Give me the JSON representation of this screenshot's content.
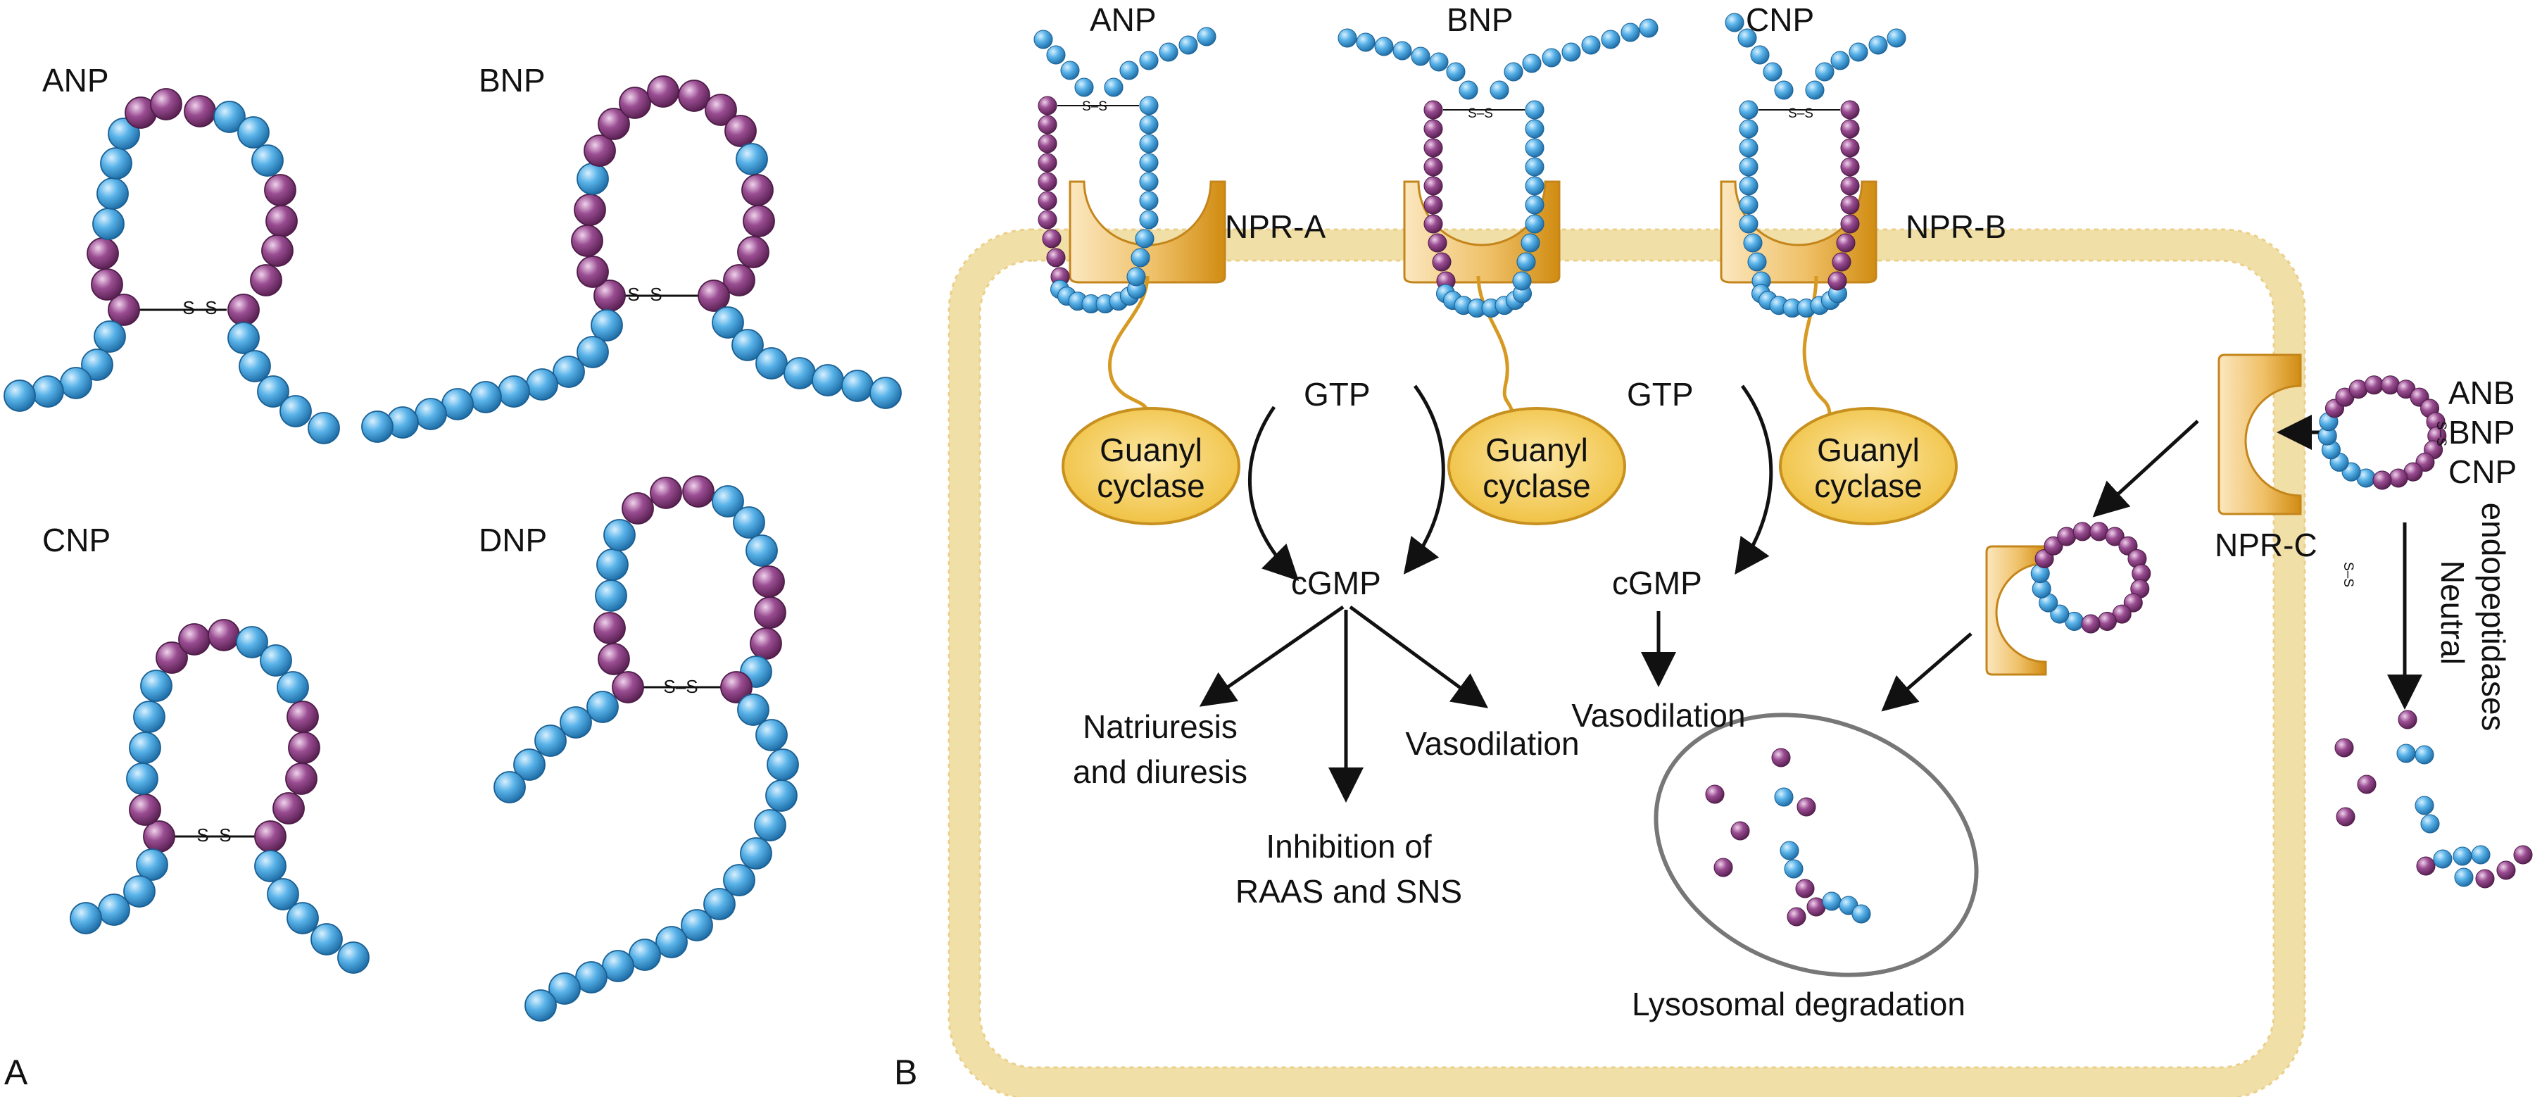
{
  "colors": {
    "bead_blue": "#3f9ad6",
    "bead_purple": "#8a3e82",
    "receptor_gold": "#e1a22f",
    "cyclase_fill": "#f6cc58",
    "membrane": "#f1dfa8",
    "lysosome": "#777777",
    "arrow": "#111111"
  },
  "panel_a": {
    "panel_letter": "A",
    "peptides": [
      {
        "name": "ANP",
        "bridge": "S–S"
      },
      {
        "name": "BNP",
        "bridge": "S–S"
      },
      {
        "name": "CNP",
        "bridge": "S–S"
      },
      {
        "name": "DNP",
        "bridge": "S–S"
      }
    ]
  },
  "panel_b": {
    "panel_letter": "B",
    "ligands": [
      "ANP",
      "BNP",
      "CNP"
    ],
    "bridge": "S–S",
    "receptors": {
      "npr_a": "NPR-A",
      "npr_b": "NPR-B",
      "npr_c": "NPR-C"
    },
    "cyclase": {
      "line1": "Guanyl",
      "line2": "cyclase"
    },
    "gtp": "GTP",
    "cgmp": "cGMP",
    "effects_a": {
      "natriuresis_line1": "Natriuresis",
      "natriuresis_line2": "and diuresis",
      "inhibition_line1": "Inhibition of",
      "inhibition_line2": "RAAS and SNS",
      "vasodilation": "Vasodilation"
    },
    "effects_b": {
      "vasodilation": "Vasodilation"
    },
    "npr_c_ligands": [
      "ANB",
      "BNP",
      "CNP"
    ],
    "enzyme_line1": "Neutral",
    "enzyme_line2": "endopeptidases",
    "lysosome": "Lysosomal degradation"
  }
}
